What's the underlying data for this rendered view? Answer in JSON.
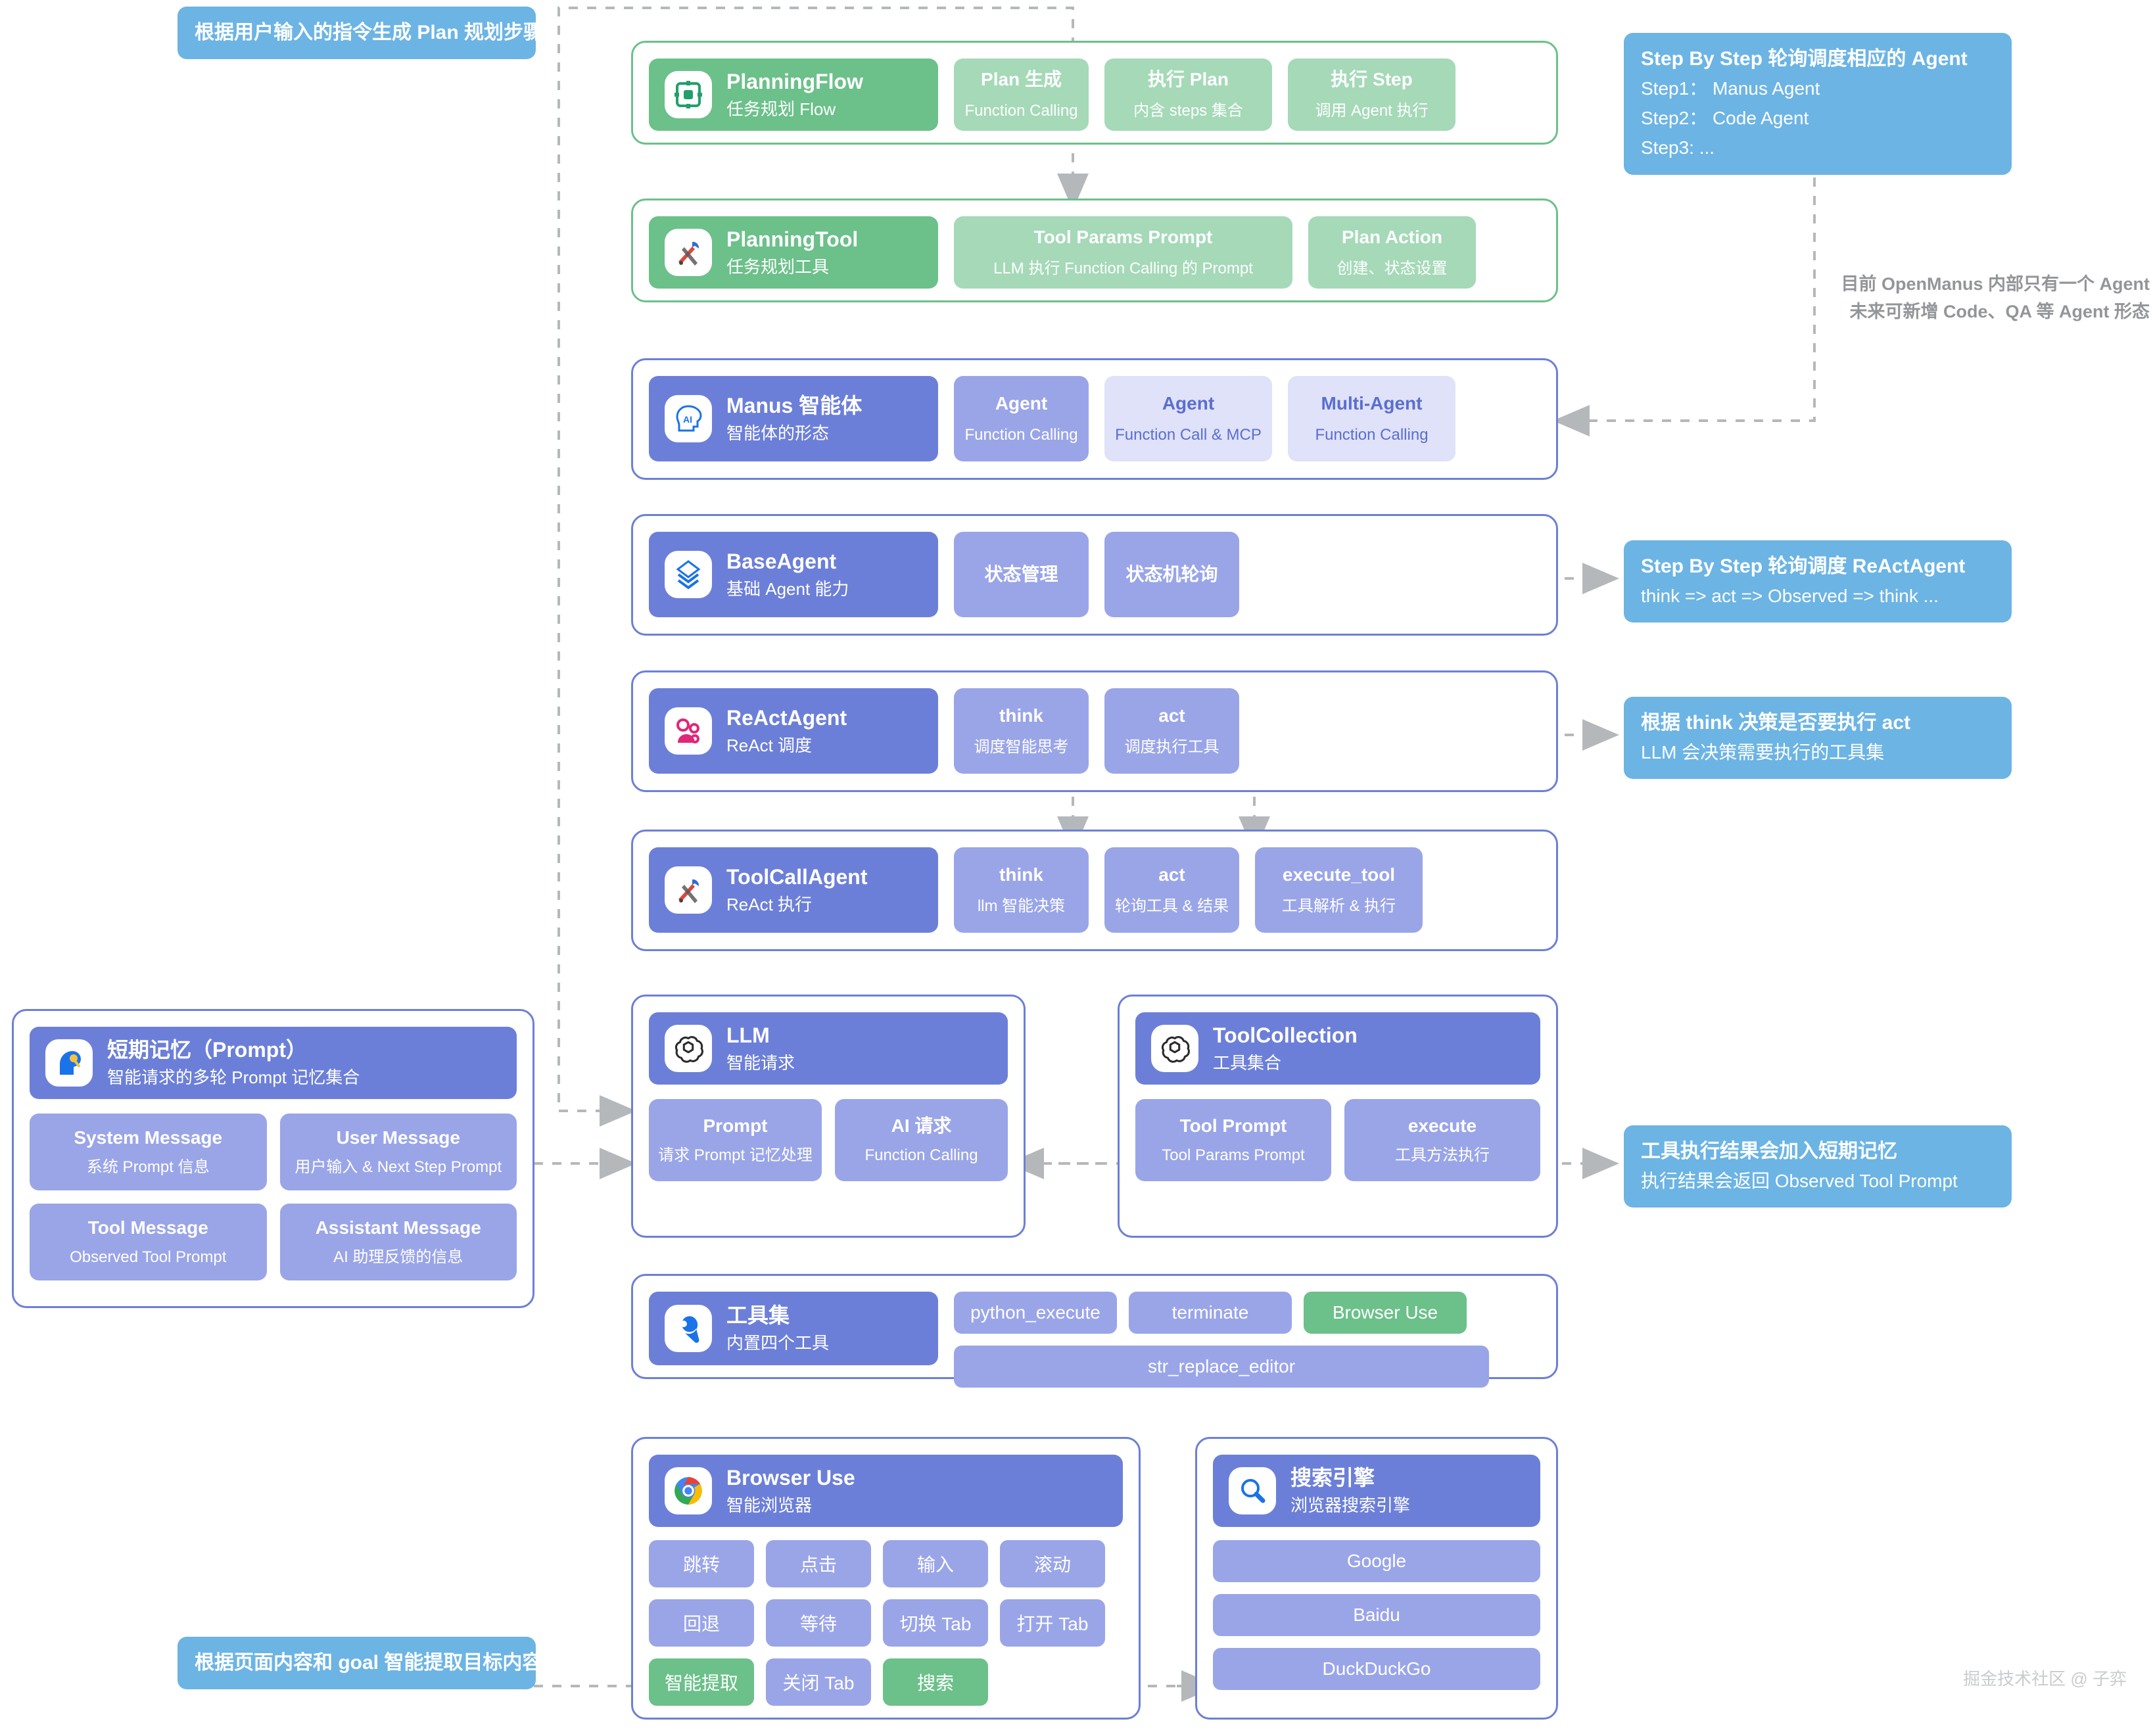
{
  "callouts": {
    "plan_gen": {
      "title": "根据用户输入的指令生成 Plan 规划步骤"
    },
    "step_by_step_agent": {
      "title": "Step By Step 轮询调度相应的 Agent",
      "l1": "Step1： Manus Agent",
      "l2": "Step2： Code Agent",
      "l3": "Step3:  ..."
    },
    "step_by_step_react": {
      "title": "Step By Step 轮询调度 ReActAgent",
      "l1": "think => act => Observed => think ..."
    },
    "think_act": {
      "title": "根据 think 决策是否要执行 act",
      "l1": "LLM 会决策需要执行的工具集"
    },
    "tool_memory": {
      "title": "工具执行结果会加入短期记忆",
      "l1": "执行结果会返回 Observed Tool Prompt"
    },
    "goal_extract": {
      "title": "根据页面内容和 goal 智能提取目标内容"
    }
  },
  "grey_note": {
    "l1": "目前 OpenManus 内部只有一个 Agent",
    "l2": "未来可新增 Code、QA 等 Agent 形态"
  },
  "rows": {
    "planning_flow": {
      "head": {
        "title": "PlanningFlow",
        "sub": "任务规划 Flow",
        "icon": "planning-flow-icon"
      },
      "chips": [
        {
          "title": "Plan 生成",
          "sub": "Function Calling"
        },
        {
          "title": "执行 Plan",
          "sub": "内含 steps 集合"
        },
        {
          "title": "执行 Step",
          "sub": "调用 Agent 执行"
        }
      ]
    },
    "planning_tool": {
      "head": {
        "title": "PlanningTool",
        "sub": "任务规划工具",
        "icon": "tools-icon"
      },
      "chips": [
        {
          "title": "Tool Params Prompt",
          "sub": "LLM 执行 Function Calling 的 Prompt"
        },
        {
          "title": "Plan Action",
          "sub": "创建、状态设置"
        }
      ]
    },
    "manus": {
      "head": {
        "title": "Manus 智能体",
        "sub": "智能体的形态",
        "icon": "ai-head-icon"
      },
      "chips": [
        {
          "title": "Agent",
          "sub": "Function Calling"
        },
        {
          "title": "Agent",
          "sub": "Function Call & MCP"
        },
        {
          "title": "Multi-Agent",
          "sub": "Function Calling"
        }
      ]
    },
    "base_agent": {
      "head": {
        "title": "BaseAgent",
        "sub": "基础 Agent 能力",
        "icon": "layers-icon"
      },
      "chips": [
        {
          "title": "状态管理",
          "sub": ""
        },
        {
          "title": "状态机轮询",
          "sub": ""
        }
      ]
    },
    "react_agent": {
      "head": {
        "title": "ReActAgent",
        "sub": "ReAct 调度",
        "icon": "gears-icon"
      },
      "chips": [
        {
          "title": "think",
          "sub": "调度智能思考"
        },
        {
          "title": "act",
          "sub": "调度执行工具"
        }
      ]
    },
    "toolcall_agent": {
      "head": {
        "title": "ToolCallAgent",
        "sub": "ReAct 执行",
        "icon": "tools-icon"
      },
      "chips": [
        {
          "title": "think",
          "sub": "llm 智能决策"
        },
        {
          "title": "act",
          "sub": "轮询工具 & 结果"
        },
        {
          "title": "execute_tool",
          "sub": "工具解析 & 执行"
        }
      ]
    },
    "toolset": {
      "head": {
        "title": "工具集",
        "sub": "内置四个工具",
        "icon": "wrench-icon"
      },
      "chips": [
        {
          "title": "python_execute"
        },
        {
          "title": "terminate"
        },
        {
          "title": "Browser Use"
        },
        {
          "title": "str_replace_editor"
        }
      ]
    }
  },
  "memory_panel": {
    "head": {
      "title": "短期记忆（Prompt）",
      "sub": "智能请求的多轮 Prompt 记忆集合",
      "icon": "memory-head-icon"
    },
    "cells": [
      {
        "title": "System Message",
        "sub": "系统 Prompt 信息"
      },
      {
        "title": "User Message",
        "sub": "用户输入 & Next Step Prompt"
      },
      {
        "title": "Tool Message",
        "sub": "Observed Tool Prompt"
      },
      {
        "title": "Assistant Message",
        "sub": "AI 助理反馈的信息"
      }
    ]
  },
  "llm_panel": {
    "head": {
      "title": "LLM",
      "sub": "智能请求",
      "icon": "openai-icon"
    },
    "cells": [
      {
        "title": "Prompt",
        "sub": "请求 Prompt 记忆处理"
      },
      {
        "title": "AI 请求",
        "sub": "Function Calling"
      }
    ]
  },
  "toolcollection_panel": {
    "head": {
      "title": "ToolCollection",
      "sub": "工具集合",
      "icon": "openai-icon"
    },
    "cells": [
      {
        "title": "Tool Prompt",
        "sub": "Tool Params Prompt"
      },
      {
        "title": "execute",
        "sub": "工具方法执行"
      }
    ]
  },
  "browser_panel": {
    "head": {
      "title": "Browser Use",
      "sub": "智能浏览器",
      "icon": "chrome-icon"
    },
    "buttons": [
      {
        "label": "跳转",
        "style": "blue"
      },
      {
        "label": "点击",
        "style": "blue"
      },
      {
        "label": "输入",
        "style": "blue"
      },
      {
        "label": "滚动",
        "style": "blue"
      },
      {
        "label": "回退",
        "style": "blue"
      },
      {
        "label": "等待",
        "style": "blue"
      },
      {
        "label": "切换 Tab",
        "style": "blue"
      },
      {
        "label": "打开 Tab",
        "style": "blue"
      },
      {
        "label": "智能提取",
        "style": "green"
      },
      {
        "label": "关闭 Tab",
        "style": "blue"
      },
      {
        "label": "搜索",
        "style": "green"
      }
    ]
  },
  "search_panel": {
    "head": {
      "title": "搜索引擎",
      "sub": "浏览器搜索引擎",
      "icon": "magnifier-icon"
    },
    "engines": [
      {
        "label": "Google"
      },
      {
        "label": "Baidu"
      },
      {
        "label": "DuckDuckGo"
      }
    ]
  },
  "watermark": {
    "text": "掘金技术社区 @ 子弈"
  },
  "colors": {
    "blue_accent": "#6c7fd8",
    "blue_chip": "#9aa5e8",
    "blue_pale": "#dfe2f8",
    "green_accent": "#6cc08a",
    "green_chip": "#a5d9b8",
    "callout_blue": "#6cb4e4",
    "wire_grey": "#b5b8bb"
  }
}
